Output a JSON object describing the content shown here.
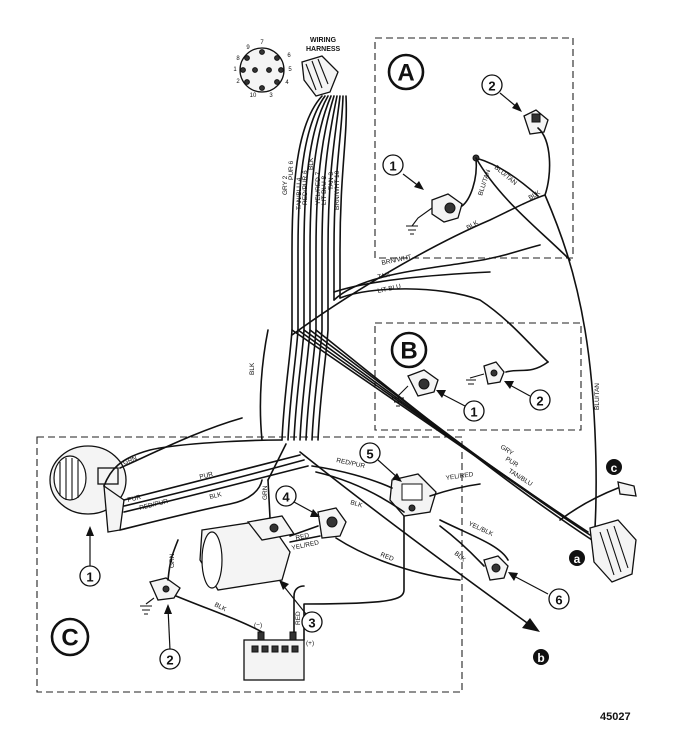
{
  "harness": {
    "title_line1": "WIRING",
    "title_line2": "HARNESS"
  },
  "connector_pins": [
    "7",
    "9",
    "8",
    "6",
    "1",
    "5",
    "2",
    "10",
    "3",
    "4"
  ],
  "sections": {
    "a": "A",
    "b": "B",
    "c": "C"
  },
  "callouts": {
    "a1": "1",
    "a2": "2",
    "b1": "1",
    "b2": "2",
    "c1": "1",
    "c2": "2",
    "c3": "3",
    "c4": "4",
    "c5": "5",
    "c6": "6"
  },
  "refs": {
    "a": "a",
    "b": "b",
    "c": "c"
  },
  "harness_wires": [
    "GRY 2",
    "PUR 6",
    "TAN/BLU 4",
    "RED/PUR 6",
    "BLK",
    "YEL/RED 7",
    "LIT BLU 8",
    "TAN 3",
    "BRN/WHT 10"
  ],
  "wire_labels": {
    "blu_tan_a": "BLU/TAN",
    "blu_tan_a2": "BLU/TAN",
    "blk_a": "BLK",
    "blk_a2": "BLK",
    "brn_wht": "BRN/WHT",
    "tan": "TAN",
    "lit_blu": "LIT BLU",
    "blu_tan_right": "BLU/TAN",
    "blk_mid": "BLK",
    "gry": "GRY",
    "pur_alt": "PUR",
    "red_pur_alt": "RED/PUR",
    "blk_alt": "BLK",
    "pur_alt2": "PUR",
    "red_pur_alt2": "RED/PUR",
    "blk_alt2": "BLK",
    "grn": "GRN",
    "red_pur_c": "RED/PUR",
    "blk_c": "BLK",
    "yel_red_c": "YEL/RED",
    "red_c": "RED",
    "yel_red_c2": "YEL/RED",
    "red_c2": "RED",
    "blk_c2": "BLK",
    "yel_red_c3": "YEL/RED",
    "red_c3": "RED",
    "blk_bat": "BLK",
    "red_bat": "RED",
    "gry_right": "GRY",
    "pur_right": "PUR",
    "tan_blu_right": "TAN/BLU",
    "yel_blk": "YEL/BLK",
    "blk_right": "BLK",
    "grn_c": "GRN",
    "red_c4": "RED"
  },
  "battery": {
    "neg": "(−)",
    "pos": "(+)"
  },
  "figure_number": "45027"
}
